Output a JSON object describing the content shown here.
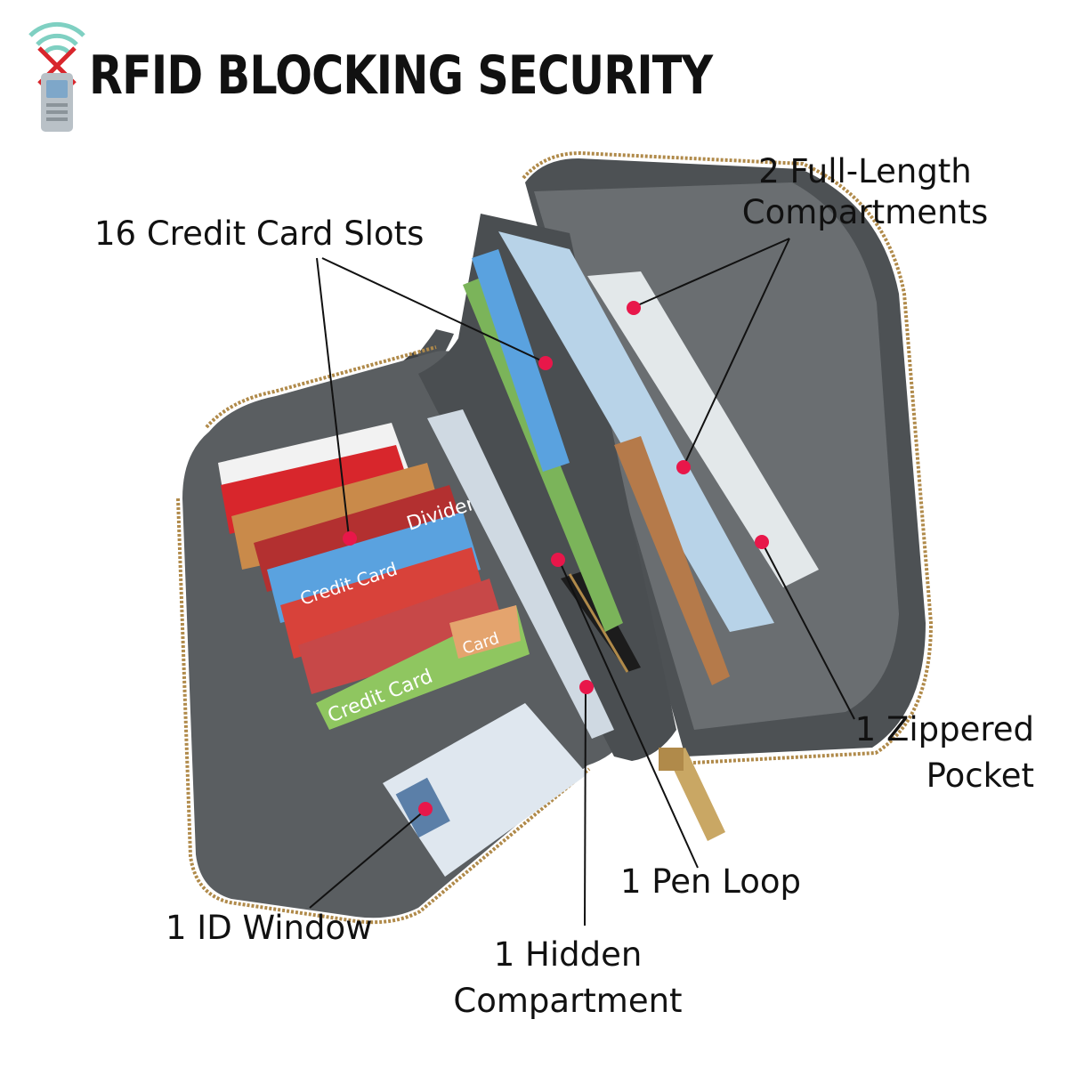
{
  "header": {
    "title": "RFID BLOCKING SECURITY",
    "icon": "rfid-reader-blocked-icon"
  },
  "callouts": {
    "credit_card_slots": "16 Credit Card Slots",
    "full_length_line1": "2 Full-Length",
    "full_length_line2": "Compartments",
    "zippered_line1": "1 Zippered",
    "zippered_line2": "Pocket",
    "pen_loop": "1 Pen Loop",
    "hidden_line1": "1 Hidden",
    "hidden_line2": "Compartment",
    "id_window": "1 ID Window"
  },
  "card_prints": {
    "dividend": "Dividend",
    "credit_card_1": "Credit Card",
    "credit_card_2": "Credit Card",
    "card": "Card"
  },
  "colors": {
    "wallet": "#5d6063",
    "wallet_dark": "#46494c",
    "zipper": "#b08a4a",
    "marker": "#e8174a",
    "accent_red": "#d8262c"
  }
}
